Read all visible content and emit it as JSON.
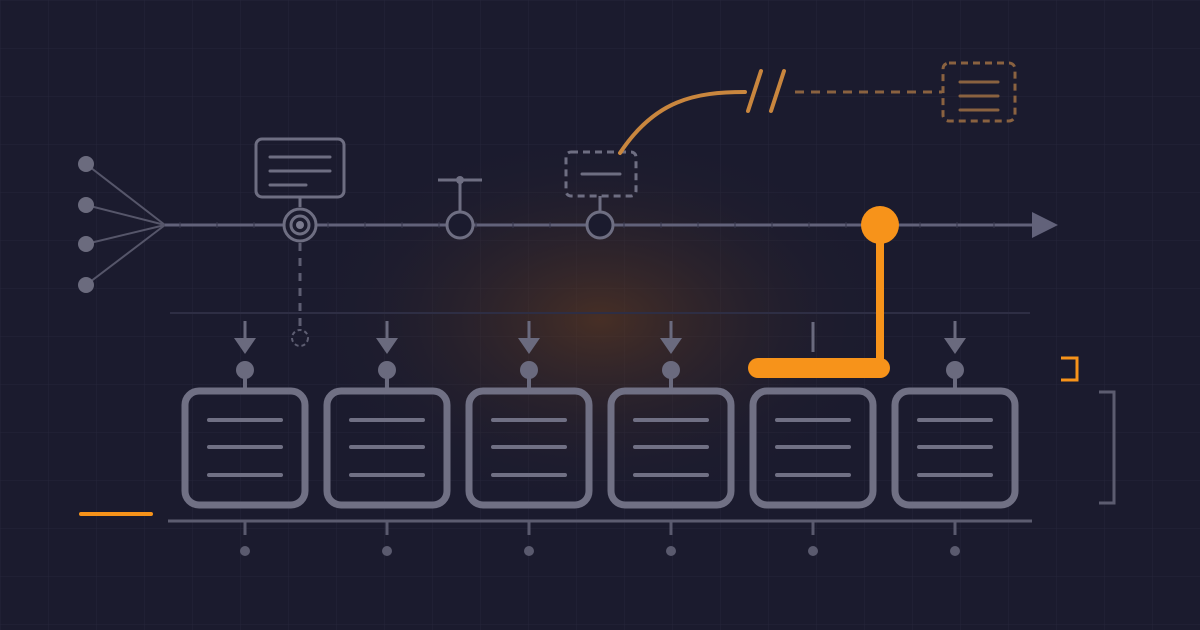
{
  "palette": {
    "background": "#1b1b2e",
    "grid": "#26263a",
    "glow": "#6b3f1e",
    "line_gray": "#56566a",
    "node_gray": "#6b6b7e",
    "box_gray": "#707084",
    "tick_gray": "#5a5a6e",
    "accent_orange": "#f7931a",
    "muted_orange": "#c9863e",
    "dashed_brown": "#8a6240"
  },
  "diagram": {
    "timeline": {
      "direction": "left-to-right",
      "markers": [
        {
          "kind": "target-ring",
          "state": "active-link"
        },
        {
          "kind": "open-ring",
          "state": "pinned"
        },
        {
          "kind": "open-ring",
          "state": "plain"
        },
        {
          "kind": "solid-dot",
          "state": "highlighted"
        }
      ],
      "incoming_branches": 4
    },
    "queue": {
      "slots": [
        {
          "state": "idle"
        },
        {
          "state": "idle"
        },
        {
          "state": "idle"
        },
        {
          "state": "idle"
        },
        {
          "state": "routed"
        },
        {
          "state": "idle"
        }
      ]
    },
    "remote_link": {
      "state": "interrupted",
      "icon": "broken-link-icon"
    }
  }
}
